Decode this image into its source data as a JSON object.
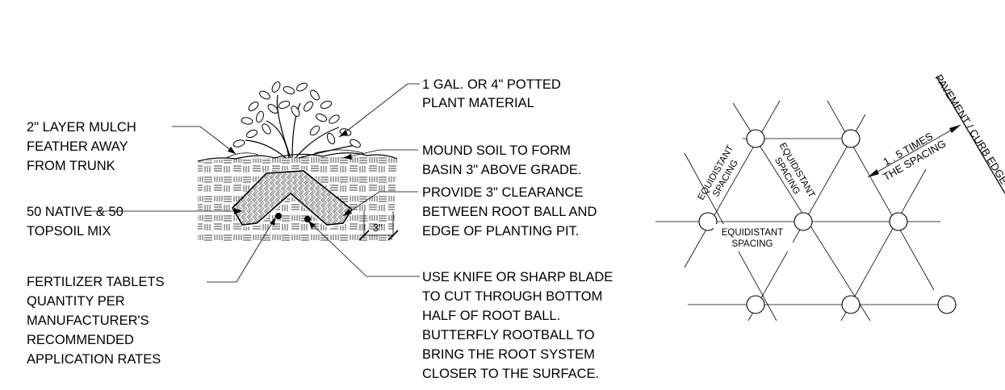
{
  "planting_detail": {
    "callouts": {
      "plant_material": [
        "1 GAL. OR 4\" POTTED",
        "PLANT MATERIAL"
      ],
      "mulch": [
        "2\" LAYER MULCH",
        "FEATHER AWAY",
        "FROM TRUNK"
      ],
      "mound_soil": [
        "MOUND SOIL TO FORM",
        "BASIN 3\" ABOVE GRADE."
      ],
      "clearance": [
        "PROVIDE 3\" CLEARANCE",
        "BETWEEN ROOT BALL AND",
        "EDGE OF PLANTING PIT."
      ],
      "soil_mix": [
        "50 NATIVE & 50",
        "TOPSOIL MIX"
      ],
      "fertilizer": [
        "FERTILIZER TABLETS",
        "QUANTITY PER",
        "MANUFACTURER'S",
        "RECOMMENDED",
        "APPLICATION RATES"
      ],
      "knife": [
        "USE KNIFE OR SHARP BLADE",
        "TO CUT THROUGH BOTTOM",
        "HALF OF ROOT BALL.",
        "BUTTERFLY ROOTBALL TO",
        "BRING THE ROOT SYSTEM",
        "CLOSER TO THE SURFACE."
      ]
    },
    "dimension_label": "3\""
  },
  "spacing_diagram": {
    "spacing_label_a": [
      "EQUIDISTANT",
      "SPACING"
    ],
    "spacing_label_b": [
      "EQUIDISTANT",
      "SPACING"
    ],
    "spacing_label_c": [
      "EQUIDISTANT",
      "SPACING"
    ],
    "edge_offset": [
      "1 . 5 TIMES",
      "THE SPACING"
    ],
    "edge_label": "PAVEMENT / CURB EDGE"
  }
}
